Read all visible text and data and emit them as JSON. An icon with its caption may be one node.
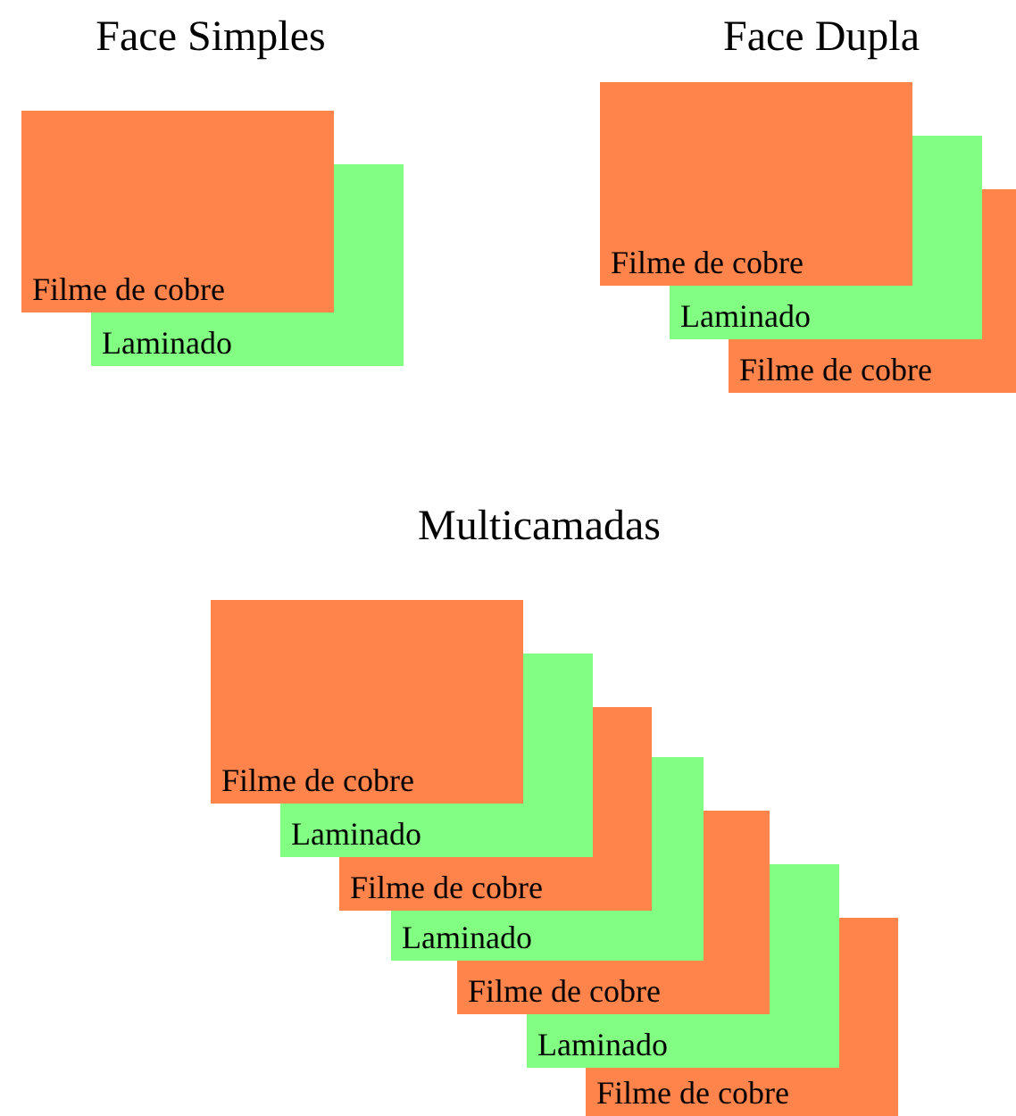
{
  "diagram": {
    "nodes": [
      {
        "text": [
          "Filme de cobre"
        ]
      },
      {
        "text": [
          "Laminado"
        ]
      },
      {
        "text": [],
        "shape": "box"
      },
      {
        "text": [
          "Filme de cobre"
        ]
      },
      {
        "text": [
          "Laminado"
        ]
      },
      {
        "text": [],
        "shape": "box"
      },
      {
        "text": [
          "Filme de cobre"
        ]
      },
      {
        "text": [],
        "shape": "box"
      },
      {
        "text": [
          "Filme de cobre"
        ]
      },
      {
        "text": [
          "Laminado"
        ]
      },
      {
        "text": [],
        "shape": "box"
      },
      {
        "text": [
          "Filme de cobre"
        ]
      },
      {
        "text": [],
        "shape": "box"
      },
      {
        "text": [
          "Laminado"
        ]
      },
      {
        "text": [],
        "shape": "box"
      },
      {
        "text": [
          "Filme de cobre"
        ]
      },
      {
        "text": [],
        "shape": "box"
      },
      {
        "text": [
          "Laminado"
        ]
      },
      {
        "text": [],
        "shape": "box"
      },
      {
        "text": [
          "Filme de cobre"
        ]
      },
      {
        "text": [],
        "shape": "box"
      }
    ],
    "edges": [],
    "labels": [
      "Face Simples",
      "Face Dupla",
      "Multicamadas"
    ]
  }
}
